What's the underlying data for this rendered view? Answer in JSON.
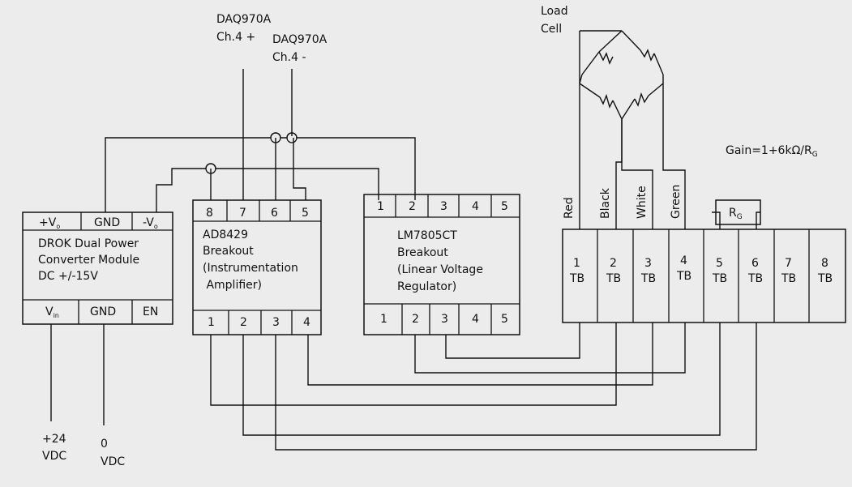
{
  "daq": {
    "plus": [
      "DAQ970A",
      "Ch.4 +"
    ],
    "minus": [
      "DAQ970A",
      "Ch.4 -"
    ]
  },
  "load_cell": {
    "label": [
      "Load",
      "Cell"
    ],
    "wires": [
      "Red",
      "Black",
      "White",
      "Green"
    ]
  },
  "gain_formula": "Gain=1+6kΩ/R",
  "gain_sub": "G",
  "resistor_main": "R",
  "resistor_sub": "G",
  "drok": {
    "top_pins": [
      "+V",
      "GND",
      "-V"
    ],
    "top_pin_subs": [
      "o",
      "",
      "o"
    ],
    "desc": [
      "DROK Dual Power",
      "Converter Module",
      "DC +/-15V"
    ],
    "bottom_pins": [
      "V",
      "GND",
      "EN"
    ],
    "bottom_pin_subs": [
      "in",
      "",
      ""
    ]
  },
  "inamp": {
    "top_pins": [
      "8",
      "7",
      "6",
      "5"
    ],
    "desc": [
      "AD8429",
      "Breakout",
      "(Instrumentation",
      " Amplifier)"
    ],
    "bottom_pins": [
      "1",
      "2",
      "3",
      "4"
    ]
  },
  "regulator": {
    "top_pins": [
      "1",
      "2",
      "3",
      "4",
      "5"
    ],
    "desc": [
      "LM7805CT",
      "Breakout",
      "(Linear Voltage",
      "Regulator)"
    ],
    "bottom_pins": [
      "1",
      "2",
      "3",
      "4",
      "5"
    ]
  },
  "terminal_block": {
    "numbers": [
      "1",
      "2",
      "3",
      "4",
      "5",
      "6",
      "7",
      "8"
    ],
    "tag": "TB"
  },
  "supply": {
    "positive": [
      "+24",
      "VDC"
    ],
    "zero": [
      "0",
      "VDC"
    ]
  }
}
